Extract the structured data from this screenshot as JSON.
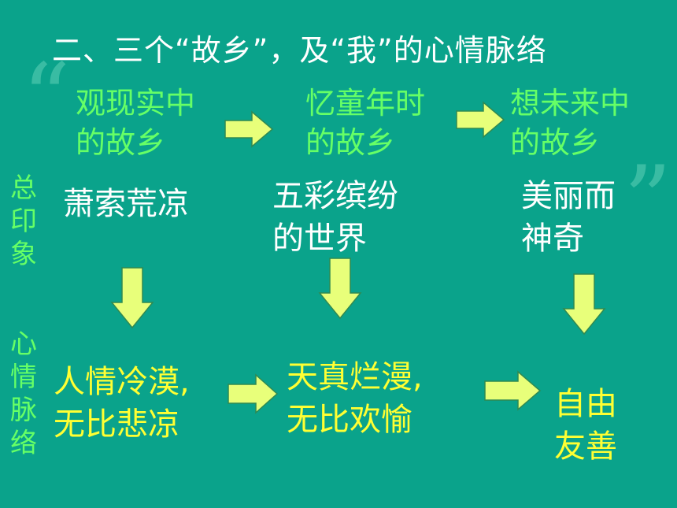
{
  "title": "二、三个“故乡”，及“我”的心情脉络",
  "side_labels": {
    "impression": [
      "总",
      "印",
      "象"
    ],
    "mood": [
      "心",
      "情",
      "脉",
      "络"
    ]
  },
  "hometowns": [
    {
      "line1": "观现实中",
      "line2": "的故乡"
    },
    {
      "line1": "忆童年时",
      "line2": "的故乡"
    },
    {
      "line1": "想未来中",
      "line2": "的故乡"
    }
  ],
  "impressions": [
    {
      "line1": "萧索荒凉",
      "line2": ""
    },
    {
      "line1": "五彩缤纷",
      "line2": "的世界"
    },
    {
      "line1": "美丽而",
      "line2": "神奇"
    }
  ],
  "moods": [
    {
      "line1": "人情冷漠,",
      "line2": "无比悲凉"
    },
    {
      "line1": "天真烂漫,",
      "line2": "无比欢愉"
    },
    {
      "line1": "自由",
      "line2": "友善"
    }
  ],
  "colors": {
    "background": "#0aa38b",
    "hometown_text": "#66ff66",
    "impression_text": "#ffffff",
    "mood_text": "#ffff33",
    "arrow": "#e8ff7a",
    "arrow_stroke": "#2f8a52"
  }
}
